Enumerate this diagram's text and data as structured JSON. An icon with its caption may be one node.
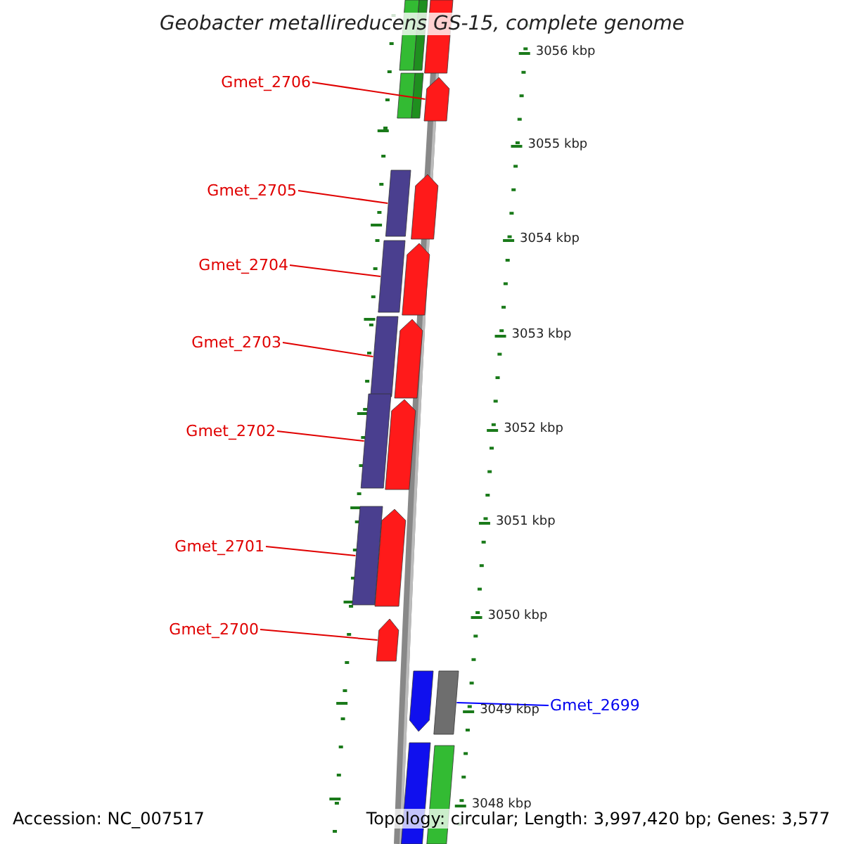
{
  "diagram": {
    "title": "Geobacter metallireducens GS-15, complete genome",
    "nodes": [
      {
        "text": [
          "Gmet_2706"
        ]
      },
      {
        "text": [
          "Gmet_2705"
        ]
      },
      {
        "text": [
          "Gmet_2704"
        ]
      },
      {
        "text": [
          "Gmet_2703"
        ]
      },
      {
        "text": [
          "Gmet_2702"
        ]
      },
      {
        "text": [
          "Gmet_2701"
        ]
      },
      {
        "text": [
          "Gmet_2700"
        ]
      },
      {
        "text": [
          "Gmet_2699"
        ]
      },
      {
        "text": [],
        "shape": "arrow"
      },
      {
        "text": [],
        "shape": "bar"
      },
      {
        "text": [],
        "shape": "bar"
      },
      {
        "text": [],
        "shape": "bar"
      },
      {
        "text": [],
        "shape": "bar"
      },
      {
        "text": [],
        "shape": "bar"
      },
      {
        "text": [],
        "shape": "arrow"
      },
      {
        "text": [],
        "shape": "bar"
      }
    ],
    "edges": [
      {
        "from": 0,
        "to": 8,
        "arrow": "none"
      },
      {
        "from": 1,
        "to": 9,
        "arrow": "none"
      },
      {
        "from": 2,
        "to": 10,
        "arrow": "none"
      },
      {
        "from": 3,
        "to": 11,
        "arrow": "none"
      },
      {
        "from": 4,
        "to": 12,
        "arrow": "none"
      },
      {
        "from": 5,
        "to": 13,
        "arrow": "none"
      },
      {
        "from": 6,
        "to": 14,
        "arrow": "none"
      },
      {
        "from": 7,
        "to": 15,
        "arrow": "none",
        "color": "#0000ff"
      }
    ],
    "labels": [
      "3056 kbp",
      "3055 kbp",
      "3054 kbp",
      "3053 kbp",
      "3052 kbp",
      "3051 kbp",
      "3050 kbp",
      "3049 kbp",
      "3048 kbp",
      "Accession: NC_007517",
      "Topology: circular; Length: 3,997,420 bp; Genes: 3,577"
    ]
  }
}
